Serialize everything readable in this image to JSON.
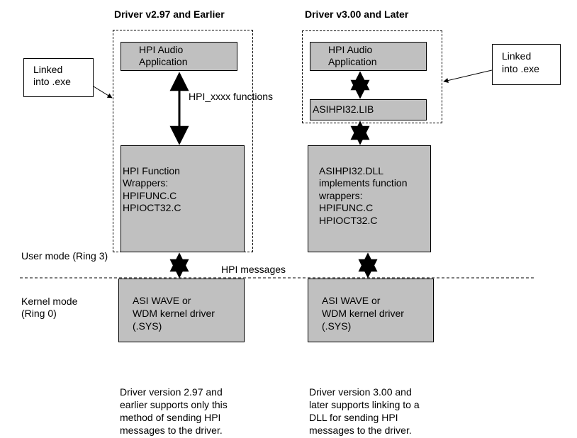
{
  "left": {
    "heading": "Driver v2.97 and Earlier",
    "app_box": [
      "HPI Audio",
      "Application"
    ],
    "linked_note": [
      "Linked",
      "into .exe"
    ],
    "arrow_label": "HPI_xxxx functions",
    "wrapper_box": [
      "HPI Function",
      "Wrappers:",
      "HPIFUNC.C",
      "HPIOCT32.C"
    ],
    "kernel_box": [
      "ASI WAVE or",
      "WDM kernel driver",
      "(.SYS)"
    ],
    "caption": [
      "Driver version 2.97 and",
      "earlier supports only this",
      "method of sending HPI",
      "messages to the driver."
    ]
  },
  "right": {
    "heading": "Driver v3.00 and Later",
    "app_box": [
      "HPI Audio",
      "Application"
    ],
    "lib_box": "ASIHPI32.LIB",
    "linked_note": [
      "Linked",
      "into .exe"
    ],
    "dll_box": [
      "ASIHPI32.DLL",
      "implements function",
      "wrappers:",
      "HPIFUNC.C",
      "HPIOCT32.C"
    ],
    "kernel_box": [
      "ASI WAVE or",
      "WDM kernel driver",
      "(.SYS)"
    ],
    "caption": [
      "Driver version 3.00 and",
      "later supports linking to a",
      "DLL for sending HPI",
      "messages to the driver."
    ]
  },
  "user_mode_label": "User mode (Ring 3)",
  "kernel_mode_label": [
    "Kernel mode",
    "(Ring 0)"
  ],
  "hpi_messages_label": "HPI messages"
}
